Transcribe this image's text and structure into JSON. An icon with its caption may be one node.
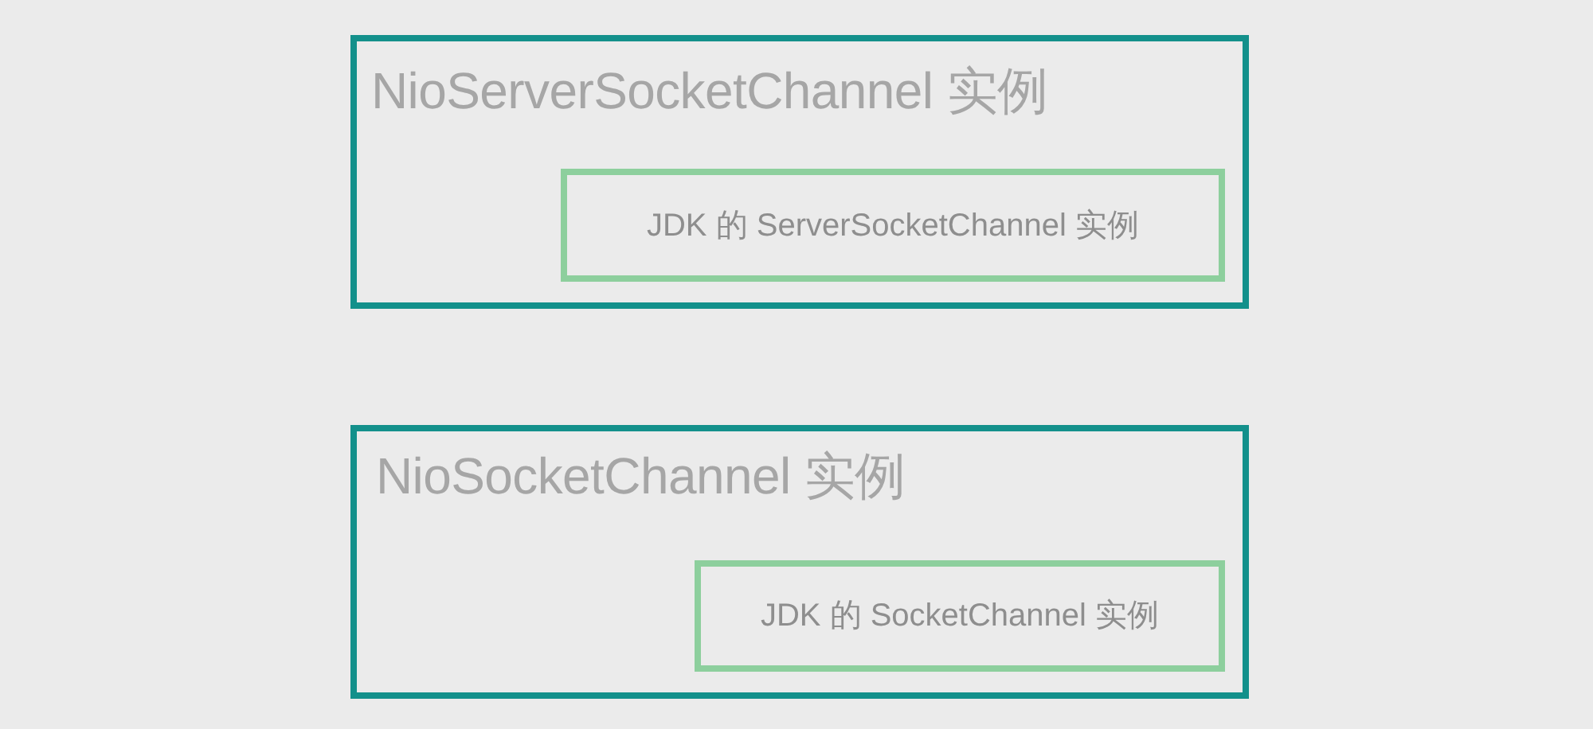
{
  "diagram": {
    "nodes": [
      {
        "text": [
          "NioServerSocketChannel 实例"
        ]
      },
      {
        "text": [
          "JDK 的 ServerSocketChannel 实例"
        ],
        "in": 0
      },
      {
        "text": [
          "NioSocketChannel 实例"
        ]
      },
      {
        "text": [
          "JDK 的 SocketChannel 实例"
        ],
        "in": 2
      }
    ]
  }
}
